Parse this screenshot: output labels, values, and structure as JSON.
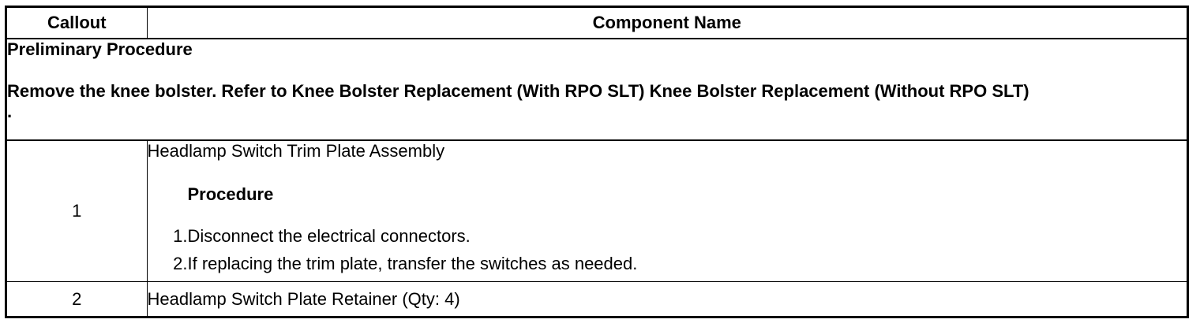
{
  "table": {
    "headers": {
      "callout": "Callout",
      "component": "Component Name"
    },
    "preliminary": {
      "title": "Preliminary Procedure",
      "instruction_line1": "Remove the knee bolster. Refer to Knee Bolster Replacement (With RPO SLT) Knee Bolster Replacement (Without RPO SLT)",
      "instruction_line2": "."
    },
    "rows": [
      {
        "callout": "1",
        "component": "Headlamp Switch Trim Plate Assembly",
        "procedure_heading": "Procedure",
        "steps": [
          {
            "num": "1.",
            "text": "Disconnect the electrical connectors."
          },
          {
            "num": "2.",
            "text": "If replacing the trim plate, transfer the switches as needed."
          }
        ]
      },
      {
        "callout": "2",
        "component": "Headlamp Switch Plate Retainer (Qty: 4)"
      }
    ]
  }
}
